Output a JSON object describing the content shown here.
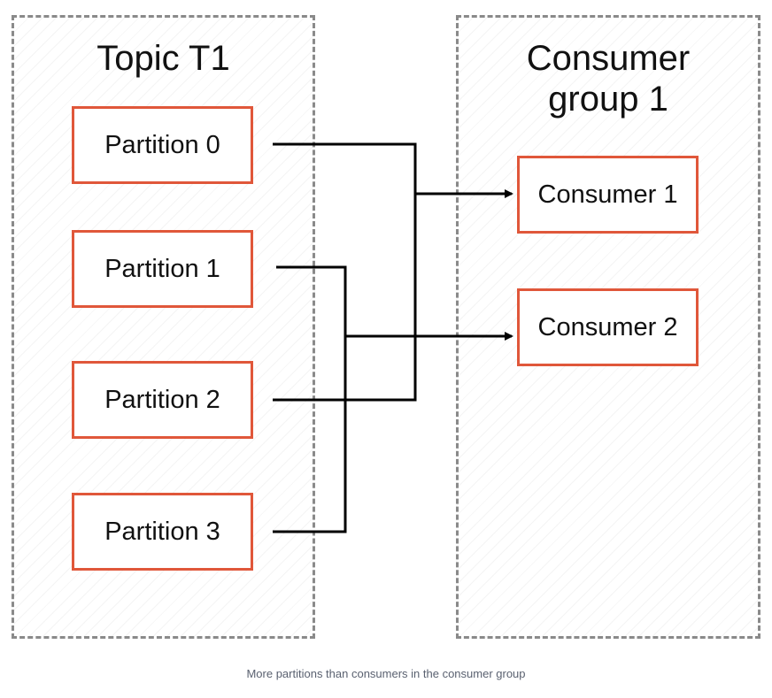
{
  "diagram": {
    "topic": {
      "title": "Topic T1",
      "partitions": [
        "Partition 0",
        "Partition 1",
        "Partition 2",
        "Partition 3"
      ]
    },
    "consumer_group": {
      "title": "Consumer\ngroup 1",
      "consumers": [
        "Consumer 1",
        "Consumer 2"
      ]
    },
    "assignments": [
      {
        "from": "Partition 0",
        "to": "Consumer 1"
      },
      {
        "from": "Partition 2",
        "to": "Consumer 1"
      },
      {
        "from": "Partition 1",
        "to": "Consumer 2"
      },
      {
        "from": "Partition 3",
        "to": "Consumer 2"
      }
    ],
    "colors": {
      "node_border": "#e0573a",
      "group_border": "#8a8a8a",
      "edge": "#000000",
      "caption": "#5a6170"
    }
  },
  "caption": "More partitions than consumers in the consumer group"
}
